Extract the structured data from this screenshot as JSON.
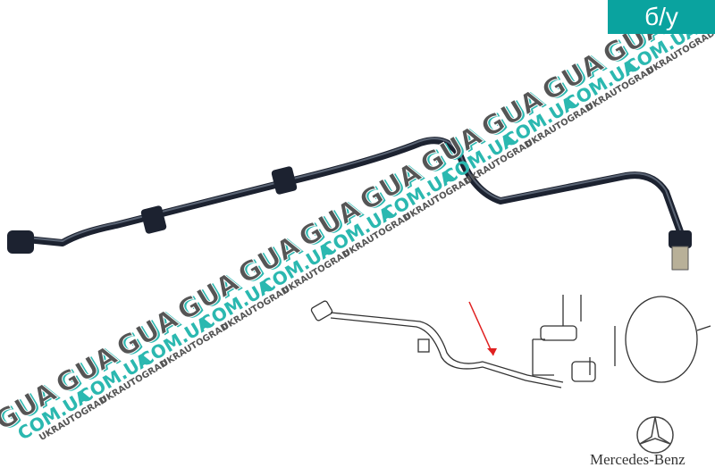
{
  "badge": {
    "label": "б/у",
    "color": "#0aa39f"
  },
  "watermark": {
    "line1": "GUA",
    "line2": "COM.UA",
    "line3": "UKRAUTOGRAD",
    "accent": "#2bb8b0"
  },
  "brand": {
    "name": "Mercedes-Benz"
  }
}
